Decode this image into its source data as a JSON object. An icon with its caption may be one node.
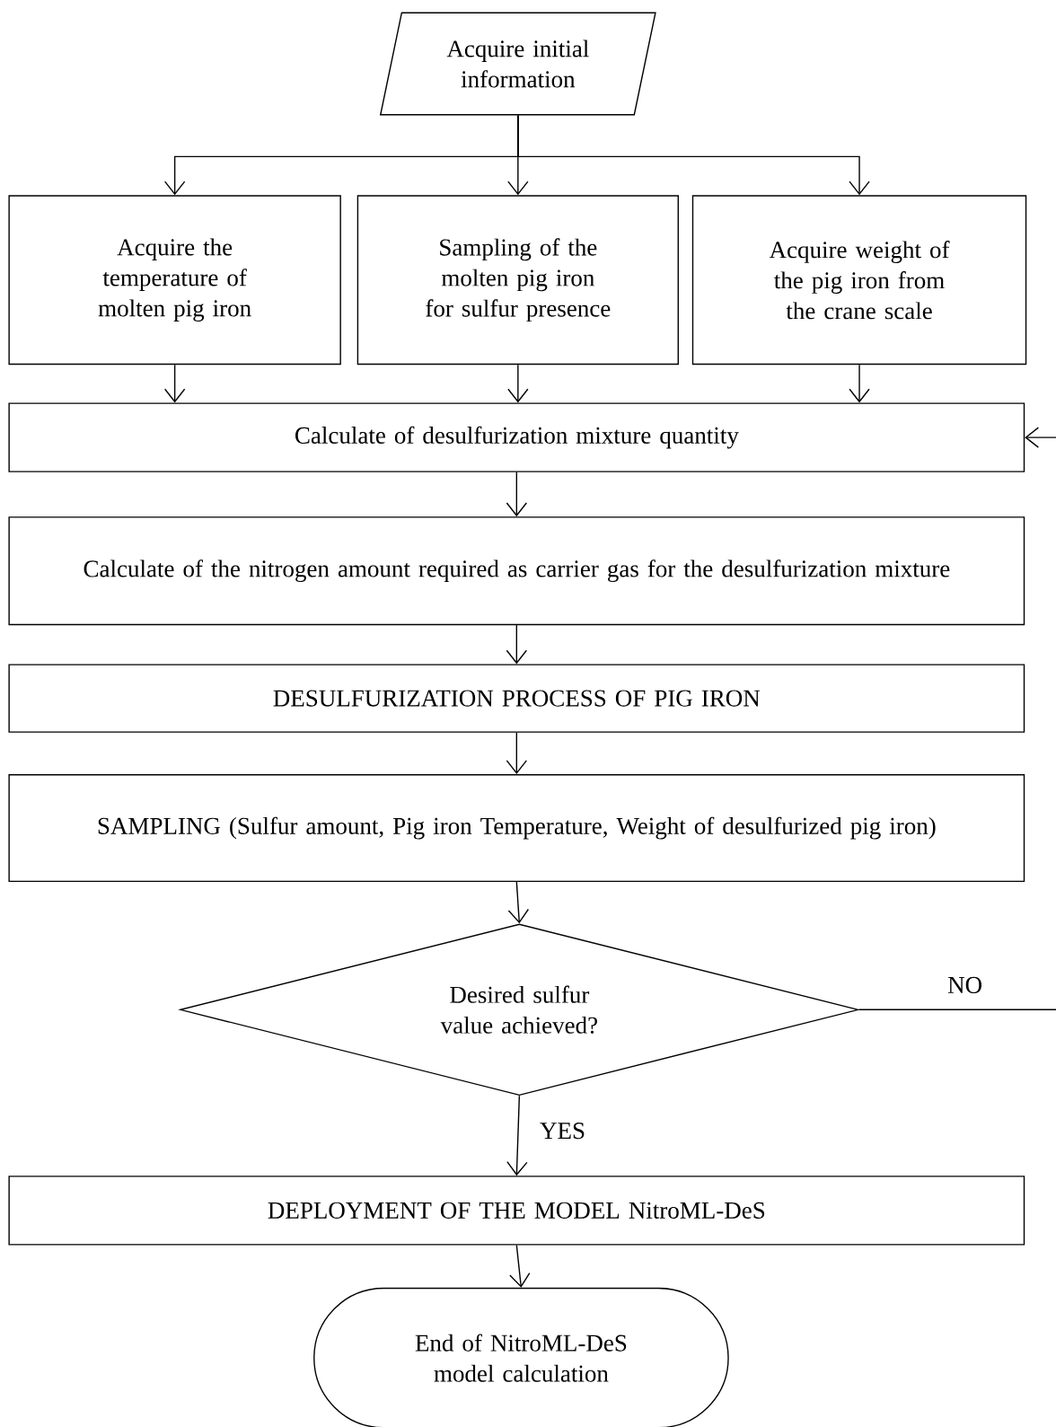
{
  "diagram": {
    "nodes": [
      {
        "text": [
          "Acquire initial information"
        ]
      },
      {
        "text": [
          "Acquire the temperature of molten pig iron"
        ]
      },
      {
        "text": [
          "Sampling of the molten pig iron for sulfur presence"
        ]
      },
      {
        "text": [
          "Acquire weight of the pig iron from the crane scale"
        ]
      },
      {
        "text": [
          "Calculate of desulfurization mixture quantity"
        ]
      },
      {
        "text": [
          "Calculate of the nitrogen amount required as carrier gas for the desulfurization mixture"
        ]
      },
      {
        "text": [
          "DESULFURIZATION PROCESS OF PIG IRON"
        ]
      },
      {
        "text": [
          "SAMPLING (Sulfur amount, Pig iron Temperature, Weight of desulfurized pig iron)"
        ]
      },
      {
        "text": [
          "Desired sulfur value achieved?"
        ]
      },
      {
        "text": [
          "DEPLOYMENT OF THE MODEL NitroML-DeS"
        ]
      },
      {
        "text": [
          "End of NitroML-DeS model calculation"
        ]
      }
    ],
    "edges": [
      {
        "from": 0,
        "to": 1,
        "arrow": "to"
      },
      {
        "from": 0,
        "to": 2,
        "arrow": "to"
      },
      {
        "from": 0,
        "to": 3,
        "arrow": "to"
      },
      {
        "from": 1,
        "to": 4,
        "arrow": "to"
      },
      {
        "from": 2,
        "to": 4,
        "arrow": "to"
      },
      {
        "from": 3,
        "to": 4,
        "arrow": "to"
      },
      {
        "from": 4,
        "to": 5,
        "arrow": "to"
      },
      {
        "from": 5,
        "to": 6,
        "arrow": "to"
      },
      {
        "from": 6,
        "to": 7,
        "arrow": "to"
      },
      {
        "from": 7,
        "to": 8,
        "arrow": "to"
      },
      {
        "from": 8,
        "to": 9,
        "label": "YES",
        "arrow": "to"
      },
      {
        "from": 9,
        "to": 10,
        "arrow": "to"
      },
      {
        "from": 8,
        "to": 4,
        "label": "NO",
        "arrow": "to"
      }
    ]
  }
}
